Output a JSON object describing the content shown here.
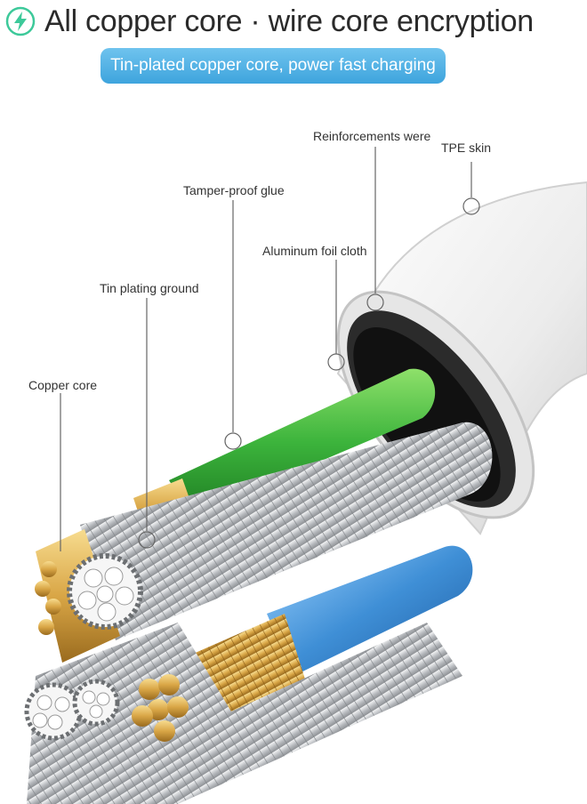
{
  "header": {
    "title": "All copper core · wire core encryption",
    "subtitle": "Tin-plated copper core, power fast charging",
    "icon": "lightning-bolt-icon",
    "accent_color": "#3ea4dd",
    "icon_color": "#3dc99a"
  },
  "callouts": [
    {
      "id": "reinforcements",
      "label": "Reinforcements were"
    },
    {
      "id": "tpe-skin",
      "label": "TPE skin"
    },
    {
      "id": "tamper-proof-glue",
      "label": "Tamper-proof glue"
    },
    {
      "id": "aluminum-foil",
      "label": "Aluminum foil cloth"
    },
    {
      "id": "tin-plating",
      "label": "Tin plating ground"
    },
    {
      "id": "copper-core",
      "label": "Copper core"
    }
  ],
  "colors": {
    "outer_jacket": "#f2f2f2",
    "green_wire": "#3cb43c",
    "blue_wire": "#3f8fd6",
    "copper": "#d9a646",
    "silver": "#c9cccf"
  }
}
